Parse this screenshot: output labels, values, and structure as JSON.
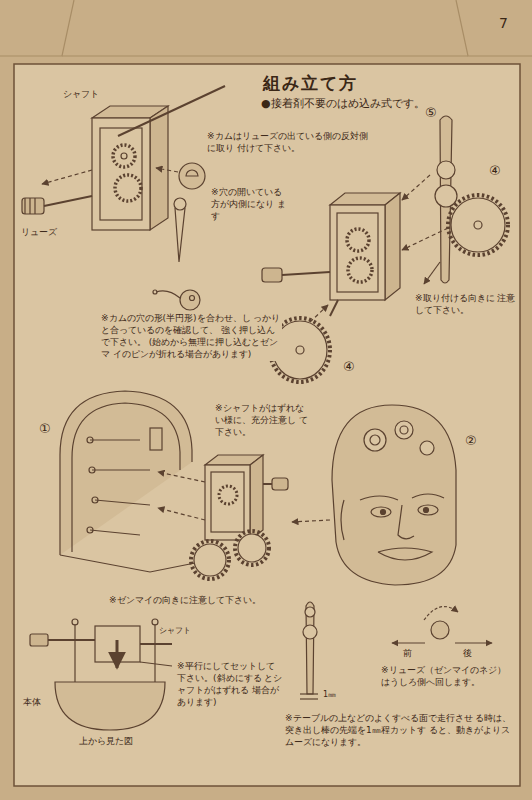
{
  "diagram": {
    "title": "組み立て方",
    "labels": [
      "7",
      "●接着剤不要のはめ込み式です。",
      "シャフト",
      "※カムはリューズの出ている側の反対側に取り 付けて下さい。",
      "※穴の開いている 方が内側になり ます",
      "リューズ",
      "⑤",
      "④",
      "※取り付ける向きに 注意して下さい。",
      "※カムの穴の形(半円形)を合わせ、し っかりと合っているのを確認して、 強く押し込んで下さい。 (始めから無理に押し込むとゼンマ イのピンが折れる場合があります)",
      "④",
      "①",
      "※シャフトがはずれな い様に、充分注意し て下さい。",
      "②",
      "※ゼンマイの向きに注意して下さい。",
      "シャフト",
      "本体",
      "上から見た図",
      "※平行にしてセットして 下さい。(斜めにする とシャフトがはずれる 場合があります)",
      "1㎜",
      "前",
      "後",
      "※リューズ（ゼンマイのネジ） はうしろ側へ回します。",
      "※テーブルの上などのよくすべる面で走行させ る時は、突き出し棒の先端を1㎜程カットす ると、動きがよりスムーズになります。"
    ]
  }
}
